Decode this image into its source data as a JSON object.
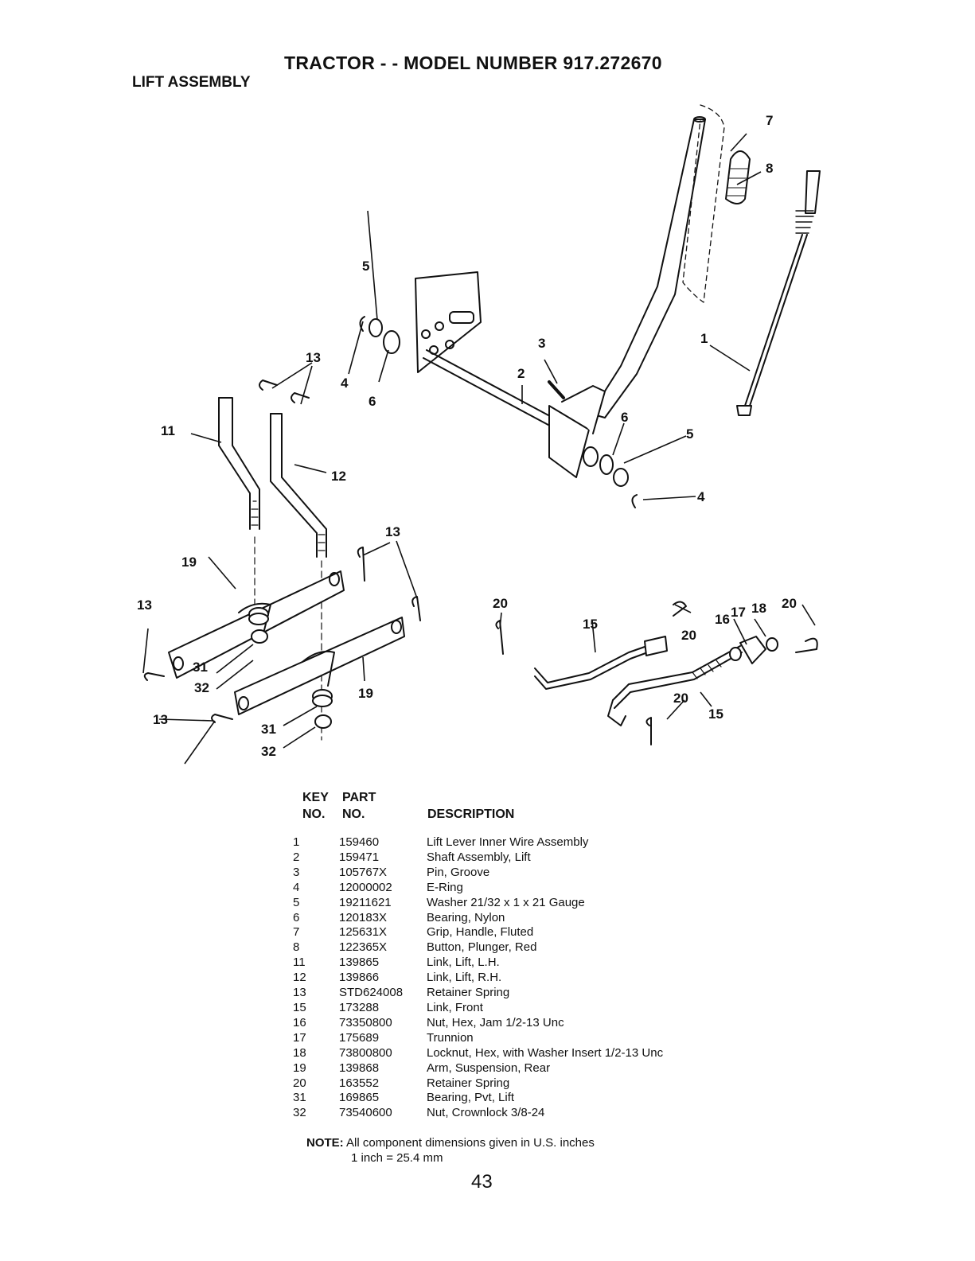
{
  "header": {
    "title": "TRACTOR - - MODEL NUMBER 917.272670",
    "subtitle": "LIFT ASSEMBLY"
  },
  "diagram": {
    "callouts": [
      "1",
      "2",
      "3",
      "4",
      "5",
      "6",
      "7",
      "8",
      "11",
      "12",
      "13",
      "15",
      "16",
      "17",
      "18",
      "19",
      "20",
      "31",
      "32"
    ]
  },
  "parts_table": {
    "col_key": [
      "KEY",
      "NO."
    ],
    "col_part": [
      "PART",
      "NO."
    ],
    "col_desc": "DESCRIPTION",
    "rows": [
      {
        "key": "1",
        "part": "159460",
        "desc": "Lift Lever Inner Wire Assembly"
      },
      {
        "key": "2",
        "part": "159471",
        "desc": "Shaft Assembly, Lift"
      },
      {
        "key": "3",
        "part": "105767X",
        "desc": "Pin, Groove"
      },
      {
        "key": "4",
        "part": "12000002",
        "desc": "E-Ring"
      },
      {
        "key": "5",
        "part": "19211621",
        "desc": "Washer  21/32 x 1 x 21 Gauge"
      },
      {
        "key": "6",
        "part": "120183X",
        "desc": "Bearing, Nylon"
      },
      {
        "key": "7",
        "part": "125631X",
        "desc": "Grip, Handle, Fluted"
      },
      {
        "key": "8",
        "part": "122365X",
        "desc": "Button, Plunger, Red"
      },
      {
        "key": "11",
        "part": "139865",
        "desc": "Link, Lift, L.H."
      },
      {
        "key": "12",
        "part": "139866",
        "desc": "Link, Lift, R.H."
      },
      {
        "key": "13",
        "part": "STD624008",
        "desc": "Retainer Spring"
      },
      {
        "key": "15",
        "part": "173288",
        "desc": "Link, Front"
      },
      {
        "key": "16",
        "part": "73350800",
        "desc": "Nut, Hex, Jam  1/2-13 Unc"
      },
      {
        "key": "17",
        "part": "175689",
        "desc": "Trunnion"
      },
      {
        "key": "18",
        "part": "73800800",
        "desc": "Locknut, Hex, with Washer Insert  1/2-13 Unc"
      },
      {
        "key": "19",
        "part": "139868",
        "desc": "Arm, Suspension, Rear"
      },
      {
        "key": "20",
        "part": "163552",
        "desc": "Retainer Spring"
      },
      {
        "key": "31",
        "part": "169865",
        "desc": "Bearing, Pvt, Lift"
      },
      {
        "key": "32",
        "part": "73540600",
        "desc": "Nut, Crownlock  3/8-24"
      }
    ]
  },
  "note": {
    "label": "NOTE:",
    "text": " All component dimensions given in U.S. inches",
    "conversion": "1 inch = 25.4 mm"
  },
  "page_number": "43"
}
